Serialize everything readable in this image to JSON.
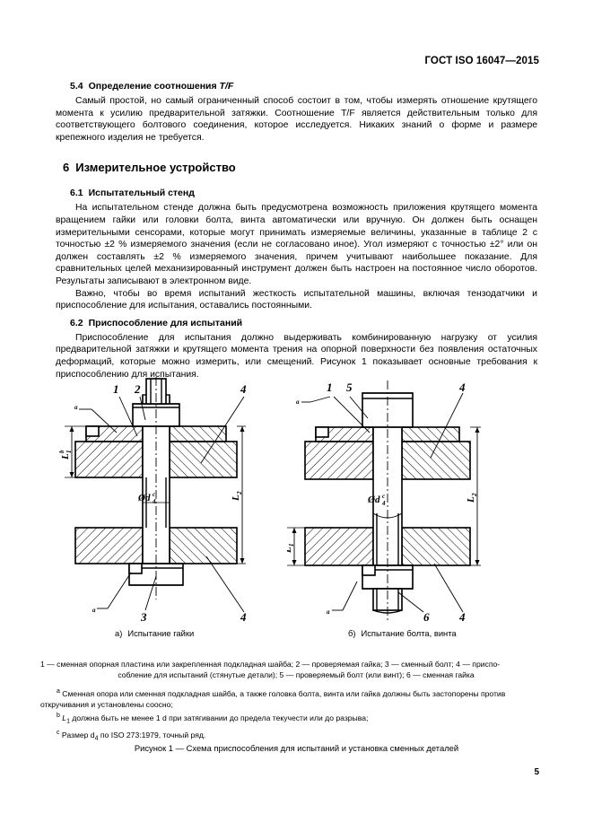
{
  "header": {
    "standard_title": "ГОСТ ISO 16047—2015"
  },
  "page_number": "5",
  "sections": {
    "s54": {
      "number": "5.4",
      "title": "Определение соотношения T/F",
      "paragraph": "Самый простой, но самый ограниченный способ состоит в том, чтобы измерять отношение крутящего момента к усилию предварительной затяжки. Соотношение T/F является действительным только для соответствующего болтового соединения, которое исследуется. Никаких знаний о форме и размере крепежного изделия не требуется."
    },
    "s6": {
      "number": "6",
      "title": "Измерительное устройство"
    },
    "s61": {
      "number": "6.1",
      "title": "Испытательный стенд",
      "paragraph1": "На испытательном стенде должна быть предусмотрена возможность приложения крутящего момента вращением гайки или головки болта, винта автоматически или вручную. Он должен быть оснащен измерительными сенсорами, которые могут принимать измеряемые величины, указанные в таблице 2 с точностью ±2 % измеряемого значения (если не согласовано иное). Угол измеряют с точностью ±2° или он должен составлять ±2 % измеряемого значения, причем учитывают наибольшее показание. Для сравнительных целей механизированный инструмент должен быть настроен на постоянное число оборотов. Результаты записывают в электронном виде.",
      "paragraph2": "Важно, чтобы во время испытаний жесткость испытательной машины, включая тензодатчики и приспособление для испытания, оставались постоянными."
    },
    "s62": {
      "number": "6.2",
      "title": "Приспособление для испытаний",
      "paragraph1": "Приспособление для испытания должно выдерживать комбинированную нагрузку от усилия предварительной затяжки и крутящего момента трения на опорной поверхности без появления остаточных деформаций, которые можно измерить, или смещений. Рисунок 1 показывает основные требования к приспособлению для испытания."
    }
  },
  "figure": {
    "caption_a_label": "а)",
    "caption_a_text": "Испытание гайки",
    "caption_b_label": "б)",
    "caption_b_text": "Испытание болта, винта",
    "title": "Рисунок 1 — Схема приспособления для испытаний и установка сменных деталей",
    "legend_line1": "1 — сменная опорная пластина или закрепленная подкладная шайба; 2 — проверяемая гайка; 3 — сменный болт; 4 — приспо-",
    "legend_line2": "собление для испытаний (стянутые детали); 5 — проверяемый болт (или винт); 6 — сменная гайка",
    "note_a_marker": "a",
    "note_a": " Сменная опора или сменная подкладная шайба, а также головка болта, винта или гайка должны быть застопорены против откручивания и установлены соосно;",
    "note_b_marker": "b",
    "note_b_pre": " L",
    "note_b_sub": "1",
    "note_b_post": " должна быть не менее 1 d при затягивании до предела текучести или до разрыва;",
    "note_c_marker": "c",
    "note_c_pre": " Размер d",
    "note_c_sub": "4",
    "note_c_post": " по ISO 273:1979, точный ряд.",
    "callouts_a": [
      "1",
      "2",
      "4",
      "3",
      "4"
    ],
    "callouts_b": [
      "1",
      "5",
      "4",
      "6",
      "4"
    ],
    "footnote_marks_a": [
      "a",
      "a"
    ],
    "footnote_marks_b": [
      "a",
      "a"
    ],
    "dim_L1": "L",
    "dim_L1_sub": "1",
    "dim_L1_sup": "b",
    "dim_L2": "L",
    "dim_L2_sub": "2",
    "dim_diameter": "Ød",
    "dim_diameter_sub": "4",
    "dim_diameter_sup": "c"
  },
  "colors": {
    "ink": "#000000",
    "paper": "#ffffff"
  }
}
